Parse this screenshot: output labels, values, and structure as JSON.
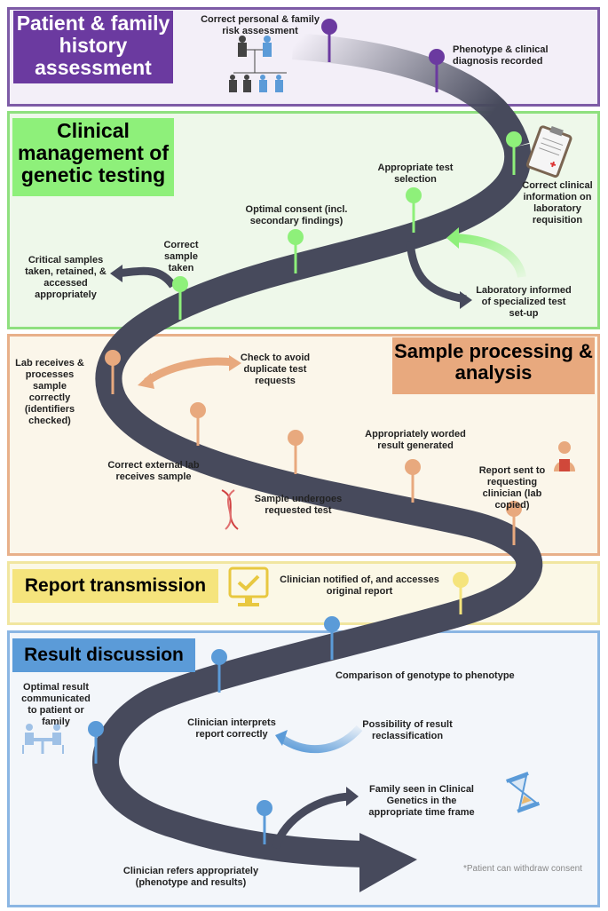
{
  "panels": {
    "patient": "Patient & family history assessment",
    "clinical": "Clinical management of genetic testing",
    "sample": "Sample processing & analysis",
    "report": "Report transmission",
    "result": "Result discussion"
  },
  "steps": {
    "risk": "Correct personal & family risk assessment",
    "phenotype": "Phenotype & clinical diagnosis recorded",
    "clinical_info": "Correct clinical information on laboratory requisition",
    "test_selection": "Appropriate test selection",
    "consent": "Optimal consent (incl. secondary findings)",
    "sample_taken": "Correct sample taken",
    "critical_samples": "Critical samples taken, retained, & accessed appropriately",
    "lab_informed": "Laboratory informed of specialized test set-up",
    "lab_receives": "Lab receives & processes sample correctly (identifiers checked)",
    "duplicate": "Check to avoid duplicate test requests",
    "external_lab": "Correct external lab receives sample",
    "requested_test": "Sample undergoes requested test",
    "worded_result": "Appropriately worded result generated",
    "report_sent": "Report sent to requesting clinician (lab copied)",
    "clinician_notified": "Clinician notified of, and accesses original report",
    "comparison": "Comparison of genotype to phenotype",
    "optimal_result": "Optimal result communicated to patient or family",
    "interprets": "Clinician interprets report correctly",
    "reclassification": "Possibility of result reclassification",
    "family_seen": "Family seen in Clinical Genetics in the appropriate time frame",
    "refers": "Clinician refers appropriately (phenotype and results)"
  },
  "footnote": "*Patient can withdraw consent",
  "colors": {
    "purple": "#6b3aa0",
    "green": "#8ef07a",
    "orange": "#e8a97e",
    "yellow": "#f5e47c",
    "blue": "#5b9bd8",
    "road": "#474a5c"
  }
}
